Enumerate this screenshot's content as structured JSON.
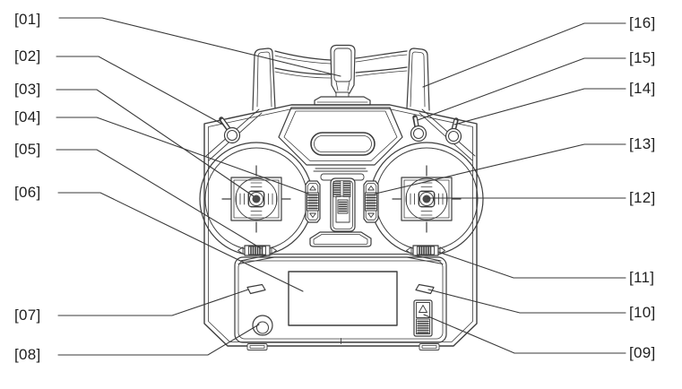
{
  "background_color": "#ffffff",
  "line_color": "#3d3d3d",
  "label_color": "#1f1f1f",
  "labels": {
    "left": [
      {
        "text": "[01]"
      },
      {
        "text": "[02]"
      },
      {
        "text": "[03]"
      },
      {
        "text": "[04]"
      },
      {
        "text": "[05]"
      },
      {
        "text": "[06]"
      },
      {
        "text": "[07]"
      },
      {
        "text": "[08]"
      }
    ],
    "right": [
      {
        "text": "[16]"
      },
      {
        "text": "[15]"
      },
      {
        "text": "[14]"
      },
      {
        "text": "[13]"
      },
      {
        "text": "[12]"
      },
      {
        "text": "[11]"
      },
      {
        "text": "[10]"
      },
      {
        "text": "[09]"
      }
    ]
  }
}
